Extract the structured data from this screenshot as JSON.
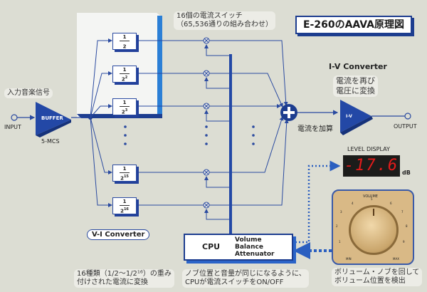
{
  "title": "E-260のAAVA原理図",
  "input": {
    "label": "INPUT",
    "caption": "入力音楽信号",
    "buffer_label": "BUFFER",
    "buffer_sub": "5-MCS"
  },
  "vi_converter": {
    "label": "V-I Converter",
    "fractions": [
      {
        "num": "1",
        "den": "2",
        "exp": ""
      },
      {
        "num": "1",
        "den": "2",
        "exp": "2"
      },
      {
        "num": "1",
        "den": "2",
        "exp": "3"
      },
      {
        "num": "1",
        "den": "2",
        "exp": "15"
      },
      {
        "num": "1",
        "den": "2",
        "exp": "16"
      }
    ],
    "note_line1": "16種類（1/2〜1/2¹⁶）の重み",
    "note_line2": "付けされた電流に変換"
  },
  "switches": {
    "caption_line1": "16個の電流スイッチ",
    "caption_line2": "（65,536通りの組み合わせ）"
  },
  "summer": {
    "caption": "電流を加算"
  },
  "iv_converter": {
    "title": "I-V Converter",
    "caption_line1": "電流を再び",
    "caption_line2": "電圧に変換",
    "amp_label": "I-V",
    "output_label": "OUTPUT"
  },
  "cpu": {
    "label": "CPU",
    "fn1": "Volume",
    "fn2": "Balance",
    "fn3": "Attenuator",
    "note_line1": "ノブ位置と音量が同じになるように、",
    "note_line2": "CPUが電流スイッチをON/OFF"
  },
  "level_display": {
    "title": "LEVEL DISPLAY",
    "value": "-17.6",
    "unit": "dB"
  },
  "volume_knob": {
    "title": "VOLUME",
    "scale": [
      "MIN",
      "1",
      "2",
      "3",
      "4",
      "5",
      "6",
      "7",
      "8",
      "9",
      "MAX"
    ],
    "note_line1": "ボリューム・ノブを回して",
    "note_line2": "ボリューム位置を検出"
  },
  "colors": {
    "accent": "#1d3d8f",
    "bright_blue": "#2b7fd6",
    "lcd_red": "#e21b1b"
  }
}
